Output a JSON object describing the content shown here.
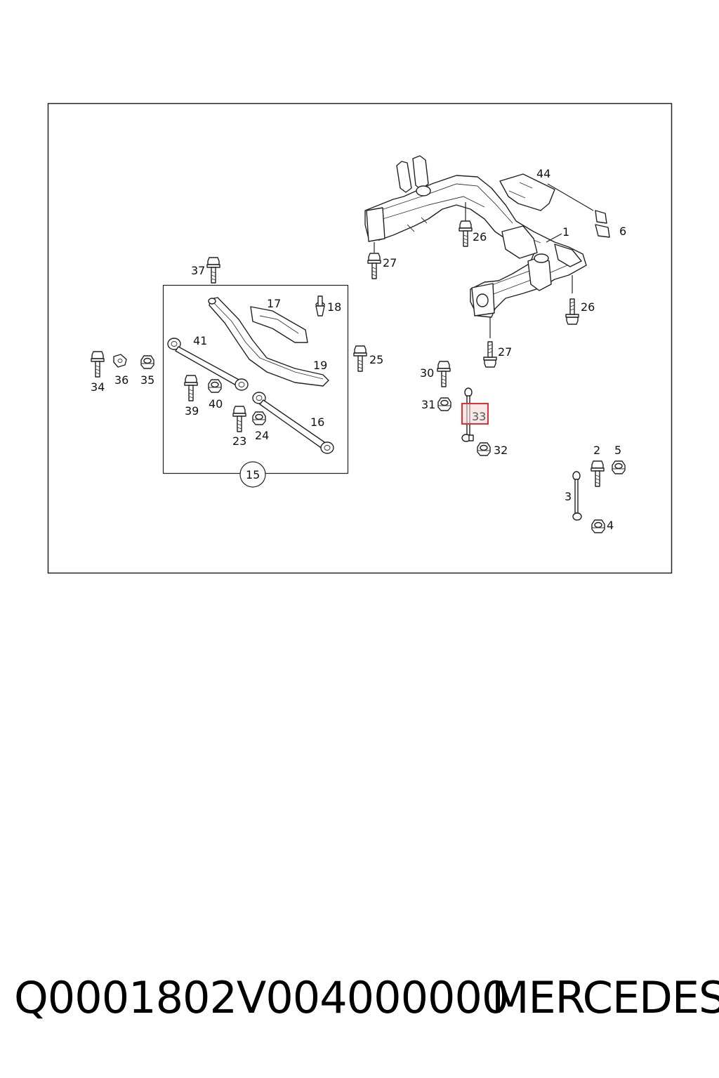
{
  "diagram": {
    "labels": {
      "l1": "1",
      "l2": "2",
      "l3": "3",
      "l4": "4",
      "l5": "5",
      "l6": "6",
      "l15": "15",
      "l16": "16",
      "l17": "17",
      "l18": "18",
      "l19": "19",
      "l23": "23",
      "l24": "24",
      "l25": "25",
      "l26a": "26",
      "l26b": "26",
      "l27a": "27",
      "l27b": "27",
      "l30": "30",
      "l31": "31",
      "l32": "32",
      "l33": "33",
      "l34": "34",
      "l35": "35",
      "l36": "36",
      "l37": "37",
      "l39": "39",
      "l40": "40",
      "l41": "41",
      "l44": "44"
    },
    "highlighted_part": "33",
    "highlight_color": "#e03030"
  },
  "footer": {
    "part_number": "Q0001802V004000000",
    "brand": "MERCEDES"
  }
}
